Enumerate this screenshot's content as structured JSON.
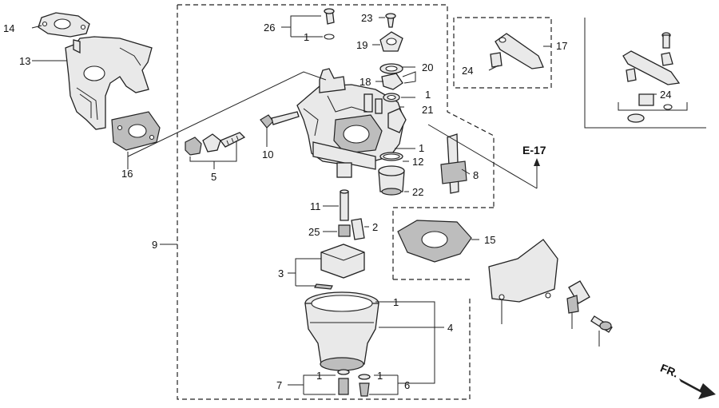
{
  "labels": {
    "l1a": "1",
    "l1b": "1",
    "l1c": "1",
    "l1d": "1",
    "l1e": "1",
    "l1f": "1",
    "l2": "2",
    "l3": "3",
    "l4": "4",
    "l5": "5",
    "l6": "6",
    "l7": "7",
    "l8": "8",
    "l9": "9",
    "l10": "10",
    "l11": "11",
    "l12": "12",
    "l13": "13",
    "l14": "14",
    "l15": "15",
    "l16": "16",
    "l17": "17",
    "l18": "18",
    "l19": "19",
    "l20": "20",
    "l21": "21",
    "l22": "22",
    "l23": "23",
    "l24a": "24",
    "l24b": "24",
    "l25": "25",
    "l26": "26"
  },
  "reference": "E-17",
  "front_marker": "FR."
}
